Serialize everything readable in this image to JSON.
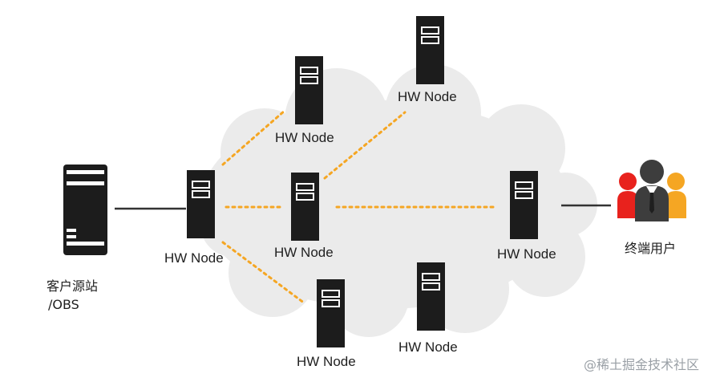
{
  "diagram": {
    "node_label": "HW Node",
    "source_label_line1": "客户源站",
    "source_label_line2": "/OBS",
    "users_label": "终端用户",
    "watermark": "@稀土掘金技术社区",
    "colors": {
      "cloud": "#ebebeb",
      "server": "#1c1c1c",
      "link_dotted": "#f5a623",
      "link_solid": "#333333",
      "user_red": "#e8221d",
      "user_gray": "#3d3d3d",
      "user_yellow": "#f5a623"
    }
  }
}
